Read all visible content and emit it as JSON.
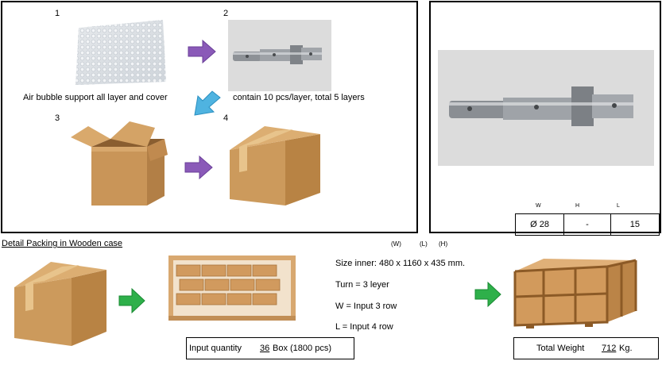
{
  "steps": [
    {
      "number": "1",
      "caption": "Air bubble support all layer and cover"
    },
    {
      "number": "2",
      "caption": "contain 10 pcs/layer, total 5 layers"
    },
    {
      "number": "3",
      "caption": ""
    },
    {
      "number": "4",
      "caption": ""
    }
  ],
  "dimensions": {
    "headers": [
      "W",
      "H",
      "L"
    ],
    "values": [
      "Ø 28",
      "-",
      "15"
    ]
  },
  "wooden": {
    "title": "Detail Packing in Wooden case",
    "axis_labels": [
      "(W)",
      "(L)",
      "(H)"
    ],
    "size_inner": "Size inner: 480 x 1160 x 435 mm.",
    "turn": "Turn = 3 leyer",
    "w_row": "W = Input 3 row",
    "l_row": "L = Input 4  row",
    "input_quantity": {
      "label": "Input quantity",
      "value": "36",
      "unit": "Box  (1800 pcs)"
    },
    "total_weight": {
      "label": "Total Weight",
      "value": "712",
      "unit": "Kg."
    }
  },
  "colors": {
    "arrow_purple": "#8a5ab8",
    "arrow_blue": "#4fb3e0",
    "arrow_green": "#2eb04a",
    "cardboard": "#c8955a"
  }
}
